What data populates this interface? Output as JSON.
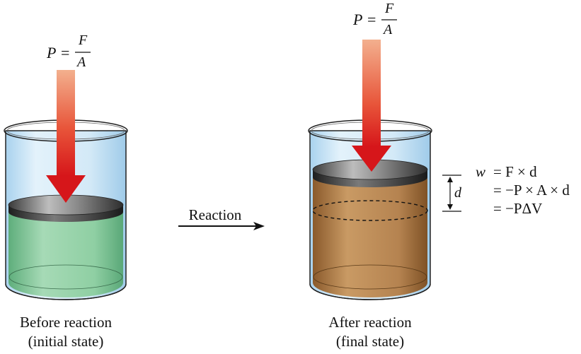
{
  "left_container": {
    "pressure_eq": {
      "lhs": "P",
      "eq": "=",
      "num": "F",
      "den": "A"
    },
    "caption_line1": "Before reaction",
    "caption_line2": "(initial state)",
    "liquid_color": "#7fc79a"
  },
  "arrow": {
    "label": "Reaction"
  },
  "right_container": {
    "pressure_eq": {
      "lhs": "P",
      "eq": "=",
      "num": "F",
      "den": "A"
    },
    "caption_line1": "After reaction",
    "caption_line2": "(final state)",
    "gas_color": "#a87a45",
    "distance_label": "d"
  },
  "work_equations": {
    "line1": {
      "lhs": "w",
      "rhs": "= F × d"
    },
    "line2": "= −P × A × d",
    "line3": "= −PΔV"
  },
  "colors": {
    "force_arrow_top": "#f0a37f",
    "force_arrow_bottom": "#d81b1b",
    "glass": "#cfe7f7",
    "piston": "#5a5a5a"
  }
}
